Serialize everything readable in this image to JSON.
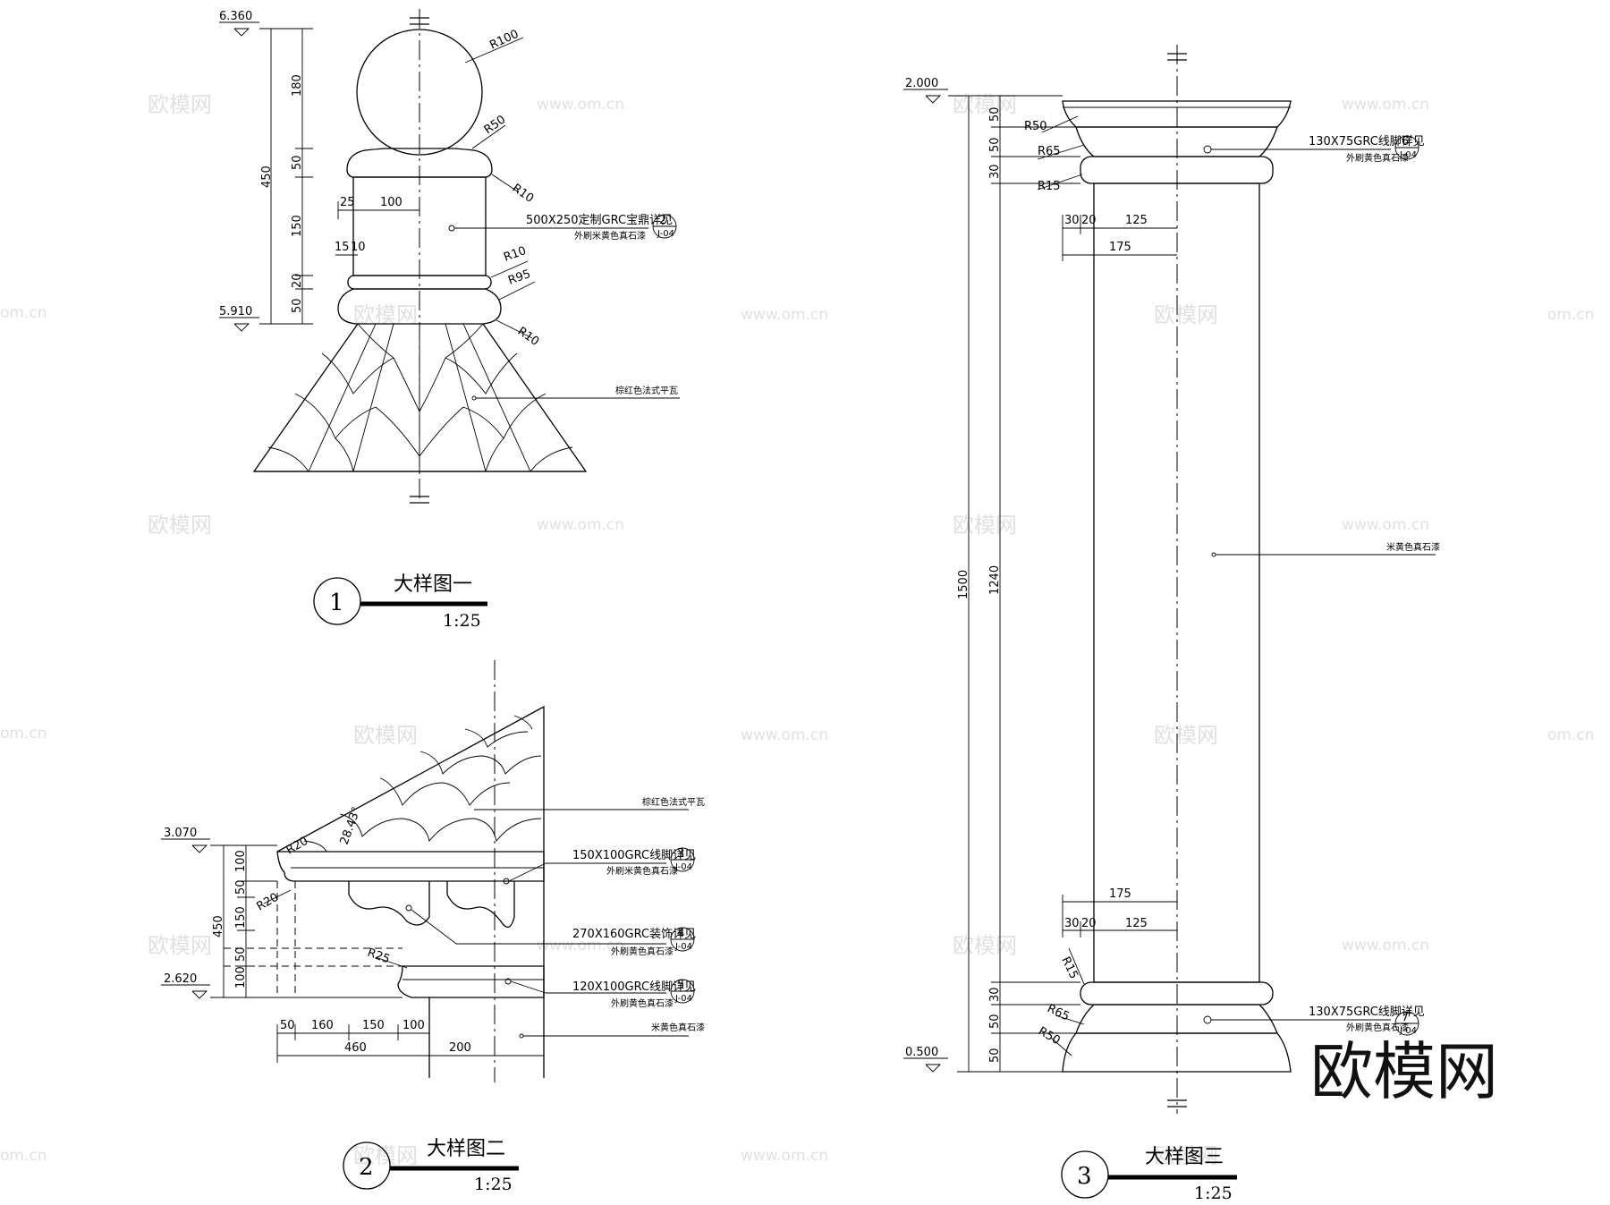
{
  "watermark": {
    "cn": "欧模网",
    "url": "www.om.cn",
    "url_partial": "om.cn"
  },
  "logo": "欧模网",
  "d1": {
    "title": "大样图一",
    "scale": "1:25",
    "num": "1",
    "elev_top": "6.360",
    "elev_bot": "5.910",
    "dims": {
      "total": "450",
      "d180": "180",
      "d50a": "50",
      "d150": "150",
      "d20": "20",
      "d50b": "50",
      "w25": "25",
      "w100": "100",
      "w15": "15",
      "w10": "10"
    },
    "radii": {
      "r100": "R100",
      "r50": "R50",
      "r10a": "R10",
      "r10b": "R10",
      "r95": "R95",
      "r10c": "R10"
    },
    "note1": "500X250定制GRC宝鼎详见",
    "note1b": "外刷米黄色真石漆",
    "ref1_top": "2",
    "ref1_bot": "J-04",
    "tile": "棕红色法式平瓦"
  },
  "d2": {
    "title": "大样图二",
    "scale": "1:25",
    "num": "2",
    "elev_top": "3.070",
    "elev_bot": "2.620",
    "dims": {
      "total": "450",
      "d100a": "100",
      "d50a": "50",
      "d150": "150",
      "d50b": "50",
      "d100b": "100",
      "w50": "50",
      "w160": "160",
      "w150": "150",
      "w100": "100",
      "w460": "460",
      "w200": "200"
    },
    "radii": {
      "r20a": "R20",
      "r20b": "R20",
      "r25": "R25"
    },
    "angle": "28.43°",
    "tile": "棕红色法式平瓦",
    "n3": "150X100GRC线脚详见",
    "n3b": "外刷米黄色真石漆",
    "ref3_top": "3",
    "ref3_bot": "J-04",
    "n4": "270X160GRC装饰详见",
    "n4b": "外刷黄色真石漆",
    "ref4_top": "4",
    "ref4_bot": "J-04",
    "n5": "120X100GRC线脚详见",
    "n5b": "外刷黄色真石漆",
    "ref5_top": "5",
    "ref5_bot": "J-04",
    "wall": "米黄色真石漆"
  },
  "d3": {
    "title": "大样图三",
    "scale": "1:25",
    "num": "3",
    "elev_top": "2.000",
    "elev_bot": "0.500",
    "dims": {
      "total": "1500",
      "mid": "1240",
      "t50a": "50",
      "t50b": "50",
      "t30": "30",
      "b30": "30",
      "b50a": "50",
      "b50b": "50",
      "w30a": "30",
      "w20a": "20",
      "w125a": "125",
      "w175a": "175",
      "w175b": "175",
      "w30b": "30",
      "w20b": "20",
      "w125b": "125"
    },
    "radii": {
      "r50a": "R50",
      "r65a": "R65",
      "r15a": "R15",
      "r15b": "R15",
      "r65b": "R65",
      "r50b": "R50"
    },
    "n6": "130X75GRC线脚详见",
    "n6b": "外刷黄色真石漆",
    "ref6_top": "6",
    "ref6_bot": "J-04",
    "n7": "130X75GRC线脚详见",
    "n7b": "外刷黄色真石漆",
    "ref7_top": "7",
    "ref7_bot": "J-04",
    "shaft": "米黄色真石漆"
  }
}
